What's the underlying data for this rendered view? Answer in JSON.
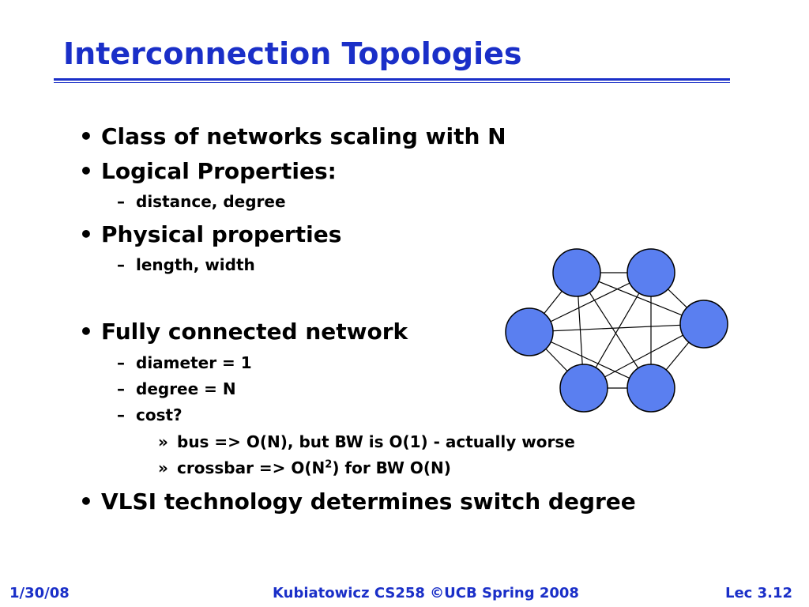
{
  "slide": {
    "title": "Interconnection Topologies",
    "bullet_mark": "•",
    "dash_mark": "–",
    "sub_mark": "»"
  },
  "bullets": {
    "b1": "Class of networks scaling with N",
    "b2": "Logical Properties:",
    "b2_1": "distance, degree",
    "b3": "Physical properties",
    "b3_1": "length, width",
    "b4": "Fully connected network",
    "b4_1": "diameter = 1",
    "b4_2": "degree = N",
    "b4_3": "cost?",
    "b4_3_1": "bus => O(N), but BW is O(1)  - actually worse",
    "b4_3_2_pre": "crossbar => O(N",
    "b4_3_2_sup": "2",
    "b4_3_2_post": ") for BW O(N)",
    "b5": "VLSI technology determines switch degree"
  },
  "diagram": {
    "node_color": "#5a7ff0",
    "node_count": 6
  },
  "footer": {
    "date": "1/30/08",
    "course": "Kubiatowicz CS258 ©UCB Spring 2008",
    "lecture": "Lec 3.12"
  }
}
